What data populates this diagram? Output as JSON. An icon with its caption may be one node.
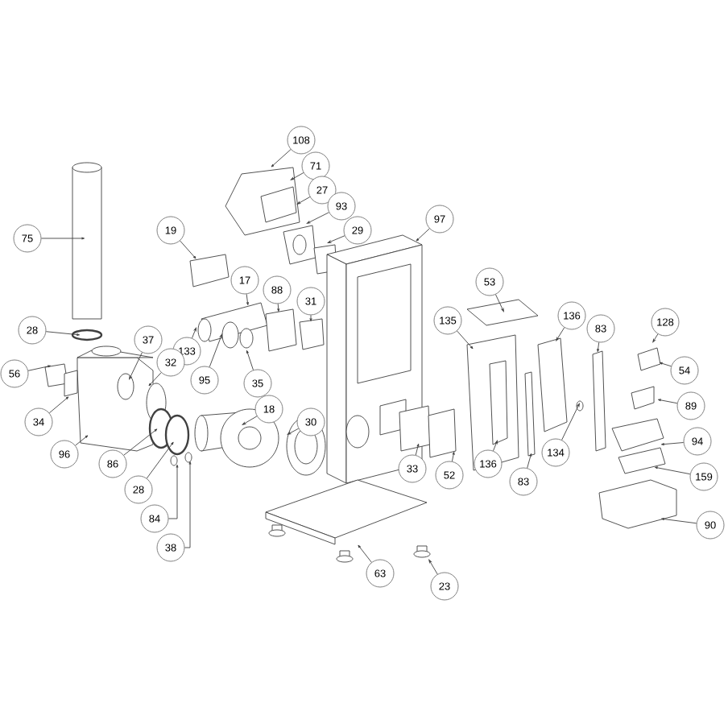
{
  "diagram": {
    "nodes": [
      {
        "text": [
          "108"
        ]
      },
      {
        "text": [
          "71"
        ]
      },
      {
        "text": [
          "27"
        ]
      },
      {
        "text": [
          "93"
        ]
      },
      {
        "text": [
          "29"
        ]
      },
      {
        "text": [
          "97"
        ]
      },
      {
        "text": [
          "75"
        ]
      },
      {
        "text": [
          "19"
        ]
      },
      {
        "text": [
          "17"
        ]
      },
      {
        "text": [
          "88"
        ]
      },
      {
        "text": [
          "53"
        ]
      },
      {
        "text": [
          "31"
        ]
      },
      {
        "text": [
          "128"
        ]
      },
      {
        "text": [
          "136"
        ]
      },
      {
        "text": [
          "83"
        ]
      },
      {
        "text": [
          "135"
        ]
      },
      {
        "text": [
          "28"
        ]
      },
      {
        "text": [
          "37"
        ]
      },
      {
        "text": [
          "133"
        ]
      },
      {
        "text": [
          "56"
        ]
      },
      {
        "text": [
          "32"
        ]
      },
      {
        "text": [
          "54"
        ]
      },
      {
        "text": [
          "95"
        ]
      },
      {
        "text": [
          "35"
        ]
      },
      {
        "text": [
          "34"
        ]
      },
      {
        "text": [
          "18"
        ]
      },
      {
        "text": [
          "89"
        ]
      },
      {
        "text": [
          "30"
        ]
      },
      {
        "text": [
          "94"
        ]
      },
      {
        "text": [
          "134"
        ]
      },
      {
        "text": [
          "96"
        ]
      },
      {
        "text": [
          "136"
        ]
      },
      {
        "text": [
          "33"
        ]
      },
      {
        "text": [
          "159"
        ]
      },
      {
        "text": [
          "86"
        ]
      },
      {
        "text": [
          "52"
        ]
      },
      {
        "text": [
          "28"
        ]
      },
      {
        "text": [
          "83"
        ]
      },
      {
        "text": [
          "84"
        ]
      },
      {
        "text": [
          "90"
        ]
      },
      {
        "text": [
          "38"
        ]
      },
      {
        "text": [
          "63"
        ]
      },
      {
        "text": [
          "23"
        ]
      }
    ],
    "edges": [
      {
        "from": 0,
        "to": null,
        "arrow": "to"
      },
      {
        "from": 1,
        "to": null,
        "arrow": "to"
      },
      {
        "from": 2,
        "to": null,
        "arrow": "to"
      },
      {
        "from": 3,
        "to": null,
        "arrow": "to"
      },
      {
        "from": 4,
        "to": null,
        "arrow": "to"
      },
      {
        "from": 5,
        "to": null,
        "arrow": "to"
      },
      {
        "from": 6,
        "to": null,
        "arrow": "to"
      },
      {
        "from": 7,
        "to": null,
        "arrow": "to"
      },
      {
        "from": 8,
        "to": null,
        "arrow": "to"
      },
      {
        "from": 9,
        "to": null,
        "arrow": "to"
      },
      {
        "from": 10,
        "to": null,
        "arrow": "to"
      },
      {
        "from": 11,
        "to": null,
        "arrow": "to"
      },
      {
        "from": 12,
        "to": null,
        "arrow": "to"
      },
      {
        "from": 13,
        "to": null,
        "arrow": "to"
      },
      {
        "from": 14,
        "to": null,
        "arrow": "to"
      },
      {
        "from": 15,
        "to": null,
        "arrow": "to"
      },
      {
        "from": 16,
        "to": null,
        "arrow": "to"
      },
      {
        "from": 17,
        "to": null,
        "arrow": "to"
      },
      {
        "from": 18,
        "to": null,
        "arrow": "to"
      },
      {
        "from": 19,
        "to": null,
        "arrow": "to"
      },
      {
        "from": 20,
        "to": null,
        "arrow": "to"
      },
      {
        "from": 21,
        "to": null,
        "arrow": "to"
      },
      {
        "from": 22,
        "to": null,
        "arrow": "to"
      },
      {
        "from": 23,
        "to": null,
        "arrow": "to"
      },
      {
        "from": 24,
        "to": null,
        "arrow": "to"
      },
      {
        "from": 25,
        "to": null,
        "arrow": "to"
      },
      {
        "from": 26,
        "to": null,
        "arrow": "to"
      },
      {
        "from": 27,
        "to": null,
        "arrow": "to"
      },
      {
        "from": 28,
        "to": null,
        "arrow": "to"
      },
      {
        "from": 29,
        "to": null,
        "arrow": "to"
      },
      {
        "from": 30,
        "to": null,
        "arrow": "to"
      },
      {
        "from": 31,
        "to": null,
        "arrow": "to"
      },
      {
        "from": 32,
        "to": null,
        "arrow": "to"
      },
      {
        "from": 33,
        "to": null,
        "arrow": "to"
      },
      {
        "from": 34,
        "to": null,
        "arrow": "to"
      },
      {
        "from": 35,
        "to": null,
        "arrow": "to"
      },
      {
        "from": 36,
        "to": null,
        "arrow": "to"
      },
      {
        "from": 37,
        "to": null,
        "arrow": "to"
      },
      {
        "from": 38,
        "to": null,
        "arrow": "to"
      },
      {
        "from": 39,
        "to": null,
        "arrow": "to"
      },
      {
        "from": 40,
        "to": null,
        "arrow": "to"
      },
      {
        "from": 41,
        "to": null,
        "arrow": "to"
      },
      {
        "from": 42,
        "to": null,
        "arrow": "to"
      }
    ]
  }
}
